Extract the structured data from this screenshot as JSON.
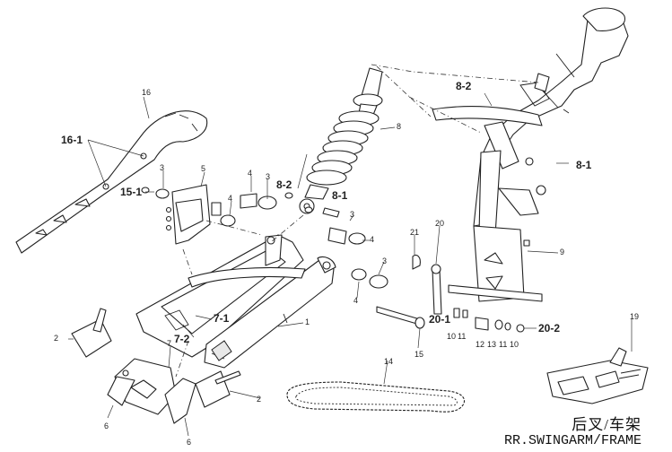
{
  "title": {
    "cn": "后叉/车架",
    "en": "RR.SWINGARM/FRAME"
  },
  "callouts": {
    "c1": "1",
    "c2a": "2",
    "c2b": "2",
    "c3a": "3",
    "c3b": "3",
    "c3c": "3",
    "c3d": "3",
    "c4a": "4",
    "c4b": "4",
    "c4c": "4",
    "c4d": "4",
    "c5": "5",
    "c6a": "6",
    "c6b": "6",
    "c7": "7",
    "c8": "8",
    "c9": "9",
    "c10": "10",
    "c11a": "11",
    "c11b": "11",
    "c12": "12",
    "c13": "13",
    "c14": "14",
    "c15": "15",
    "c16": "16",
    "c19": "19",
    "c20": "20",
    "c21": "21",
    "b16_1": "16-1",
    "b15_1": "15-1",
    "b8_2a": "8-2",
    "b8_2b": "8-2",
    "b8_1a": "8-1",
    "b8_1b": "8-1",
    "b7_1": "7-1",
    "b7_2": "7-2",
    "b20_1": "20-1",
    "b20_2": "20-2"
  }
}
